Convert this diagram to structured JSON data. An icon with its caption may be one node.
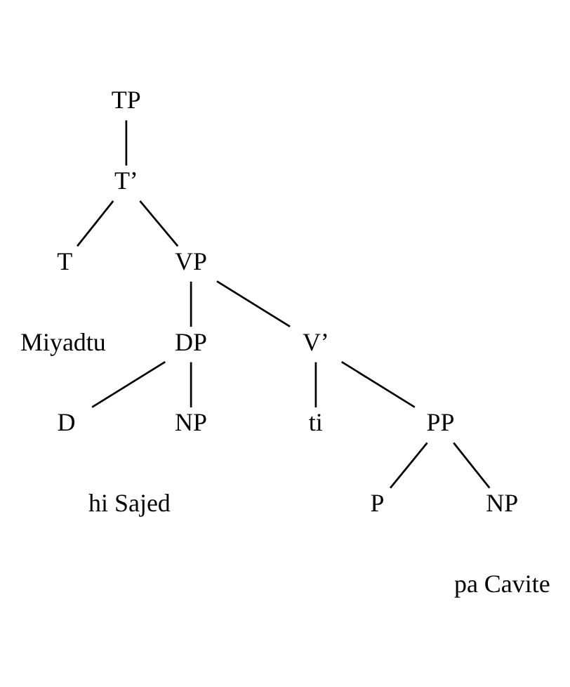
{
  "diagram": {
    "nodes": [
      {
        "text": [
          "TP"
        ]
      },
      {
        "text": [
          "T’"
        ]
      },
      {
        "text": [
          "T"
        ],
        "beside": [
          "Miyadtu"
        ]
      },
      {
        "text": [
          "VP"
        ]
      },
      {
        "text": [
          "DP"
        ]
      },
      {
        "text": [
          "V’"
        ]
      },
      {
        "text": [
          "D"
        ]
      },
      {
        "text": [
          "NP"
        ]
      },
      {
        "text": [
          "ti"
        ]
      },
      {
        "text": [
          "PP"
        ]
      },
      {
        "text": [
          "P"
        ]
      },
      {
        "text": [
          "NP"
        ],
        "beside": [
          "pa Cavite"
        ]
      }
    ],
    "edges": [
      {
        "from": 0,
        "to": 1,
        "arrow": "none"
      },
      {
        "from": 1,
        "to": 2,
        "arrow": "none"
      },
      {
        "from": 1,
        "to": 3,
        "arrow": "none"
      },
      {
        "from": 3,
        "to": 4,
        "arrow": "none"
      },
      {
        "from": 3,
        "to": 5,
        "arrow": "none"
      },
      {
        "from": 4,
        "to": 6,
        "arrow": "none"
      },
      {
        "from": 4,
        "to": 7,
        "arrow": "none"
      },
      {
        "from": 5,
        "to": 8,
        "arrow": "none"
      },
      {
        "from": 5,
        "to": 9,
        "arrow": "none"
      },
      {
        "from": 9,
        "to": 10,
        "arrow": "none"
      },
      {
        "from": 9,
        "to": 11,
        "arrow": "none"
      }
    ],
    "labels": [
      "hi Sajed"
    ]
  }
}
